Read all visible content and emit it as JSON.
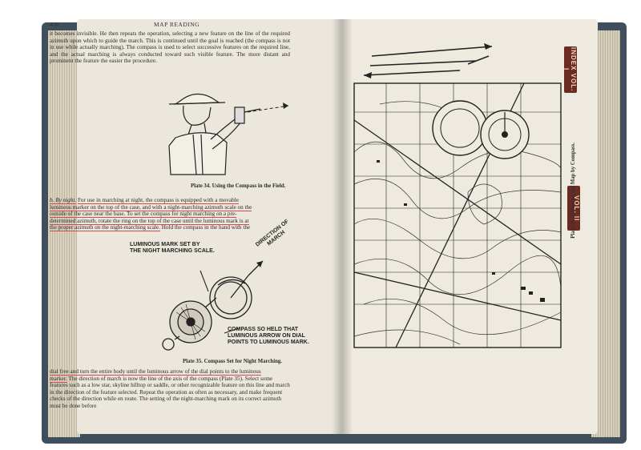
{
  "left_page": {
    "page_number": "456",
    "running_head": "MAP READING",
    "para1": "it becomes invisible. He then repeats the operation, selecting a new feature on the line of the required azimuth upon which to guide the march. This is continued until the goal is reached (the compass is not in use while actually marching). The compass is used to select successive features on the required line, and the actual marching is always conducted toward such visible feature. The more distant and prominent the feature the easier the procedure.",
    "plate34_caption": "Plate 34.  Using the Compass in the Field.",
    "para2_lead": "b. By night.",
    "para2_l1": "For use in marching at night, the compass is equipped with a movable",
    "para2_l2": "luminous marker on the top of the case, and with a night-marching azimuth scale on the",
    "para2_l3": "outside of the case near the base. To set the compass for night marching on a pre-",
    "para2_l4": "determined azimuth, rotate the ring on the top of the case until the luminous mark is at",
    "para2_l5": "the proper azimuth on the night-marching scale.",
    "para2_l5b": "Hold the compass in the hand with the",
    "label_luminous_1": "LUMINOUS MARK SET BY",
    "label_luminous_2": "THE NIGHT MARCHING SCALE.",
    "label_direction_1": "DIRECTION OF",
    "label_direction_2": "MARCH",
    "label_held_1": "COMPASS SO HELD THAT",
    "label_held_2": "LUMINOUS ARROW ON DIAL",
    "label_held_3": "POINTS TO LUMINOUS MARK.",
    "plate35_caption": "Plate 35.  Compass Set for Night Marching.",
    "para3_l1": "dial free and turn the entire body until the luminous arrow of the dial points to the luminous",
    "para3_l2": "marker.",
    "para3_rest": "The direction of march is now the line of the axis of the compass (Plate 35). Select some features such as a low star, skyline hilltop or saddle, or other recognizable feature on this line and march in the direction of the feature selected. Repeat the operation as often as necessary, and make frequent checks of the direction while en route. The setting of the night-marching mark on its correct azimuth must be done before"
  },
  "right_page": {
    "plate36_caption": "Plate 36.  Orienting the Map by Compass."
  },
  "tabs": {
    "tab_vol1": "INDEX VOL. I",
    "tab_vol2": "VOL. II"
  },
  "colors": {
    "highlight": "#d24a4a",
    "cover": "#3f4f5c",
    "paper": "#ebe7dc",
    "tab": "#6b2a22"
  }
}
